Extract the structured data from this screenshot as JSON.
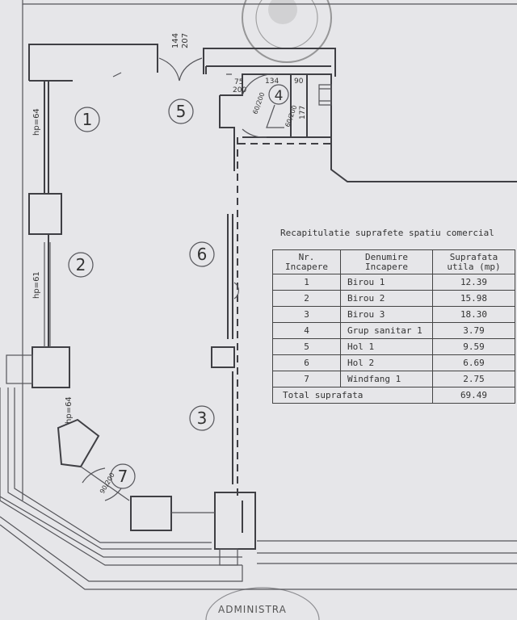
{
  "plan": {
    "rooms": [
      {
        "nr": "1"
      },
      {
        "nr": "2"
      },
      {
        "nr": "3"
      },
      {
        "nr": "4"
      },
      {
        "nr": "5"
      },
      {
        "nr": "6"
      },
      {
        "nr": "7"
      }
    ],
    "annotations": {
      "hp_room1": "hp=64",
      "hp_room2": "hp=61",
      "hp_room3": "hp=64",
      "door_entrance_w": "144",
      "door_entrance_h": "207",
      "door_hol_w": "75",
      "door_hol_h": "200",
      "wc_width_1": "134",
      "wc_width_2": "90",
      "wc_depth": "177",
      "wc_door_1": "60/200",
      "wc_door_2": "60/200",
      "windfang_door": "90/200"
    },
    "stamp_bottom_text": "ADMINISTRA"
  },
  "summary": {
    "title": "Recapitulatie suprafete spatiu comercial",
    "headers": {
      "nr": "Nr. Incapere",
      "name": "Denumire Incapere",
      "area": "Suprafata utila (mp)"
    },
    "rows": [
      {
        "nr": "1",
        "name": "Birou 1",
        "area": "12.39"
      },
      {
        "nr": "2",
        "name": "Birou 2",
        "area": "15.98"
      },
      {
        "nr": "3",
        "name": "Birou 3",
        "area": "18.30"
      },
      {
        "nr": "4",
        "name": "Grup sanitar 1",
        "area": "3.79"
      },
      {
        "nr": "5",
        "name": "Hol 1",
        "area": "9.59"
      },
      {
        "nr": "6",
        "name": "Hol 2",
        "area": "6.69"
      },
      {
        "nr": "7",
        "name": "Windfang 1",
        "area": "2.75"
      }
    ],
    "total_label": "Total suprafata",
    "total_area": "69.49"
  }
}
